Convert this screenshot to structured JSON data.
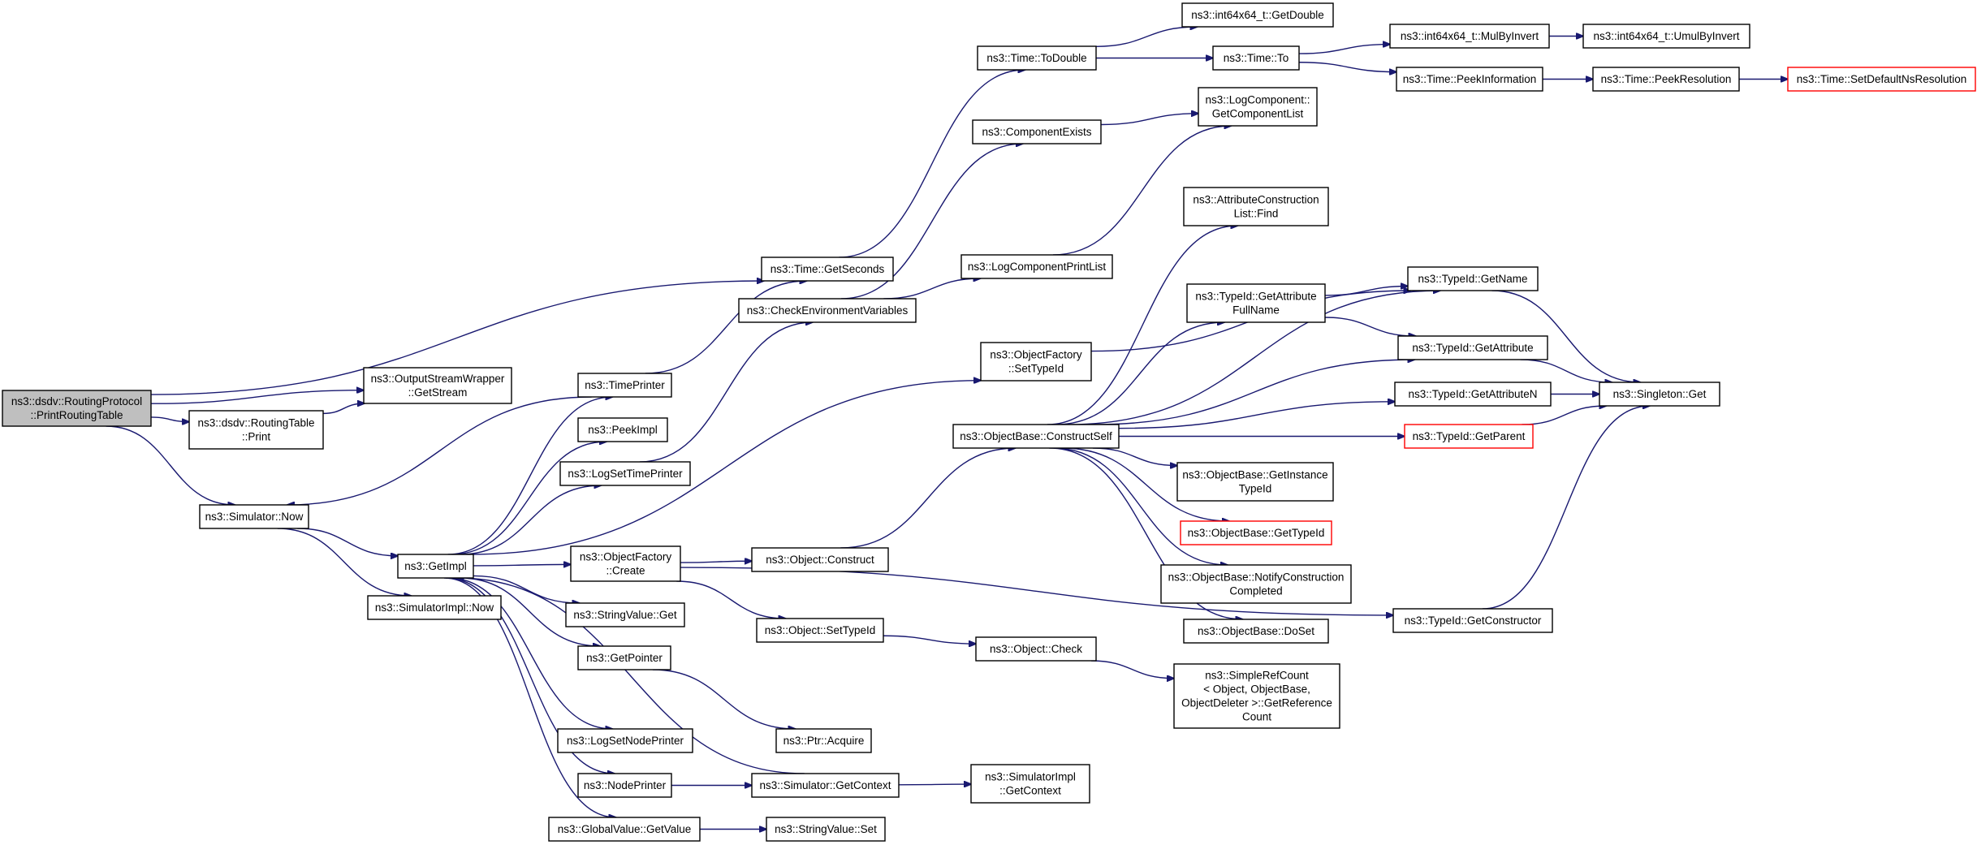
{
  "diagram": {
    "type": "call-graph",
    "colors": {
      "edge": "#191970",
      "root_fill": "#bfbfbf",
      "highlight_border": "#ff0000",
      "border": "#000000"
    },
    "nodes": [
      {
        "id": "root",
        "lines": [
          "ns3::dsdv::RoutingProtocol",
          "::PrintRoutingTable"
        ],
        "style": "root"
      },
      {
        "id": "getseconds",
        "lines": [
          "ns3::Time::GetSeconds"
        ]
      },
      {
        "id": "getstream",
        "lines": [
          "ns3::OutputStreamWrapper",
          "::GetStream"
        ]
      },
      {
        "id": "rtprint",
        "lines": [
          "ns3::dsdv::RoutingTable",
          "::Print"
        ]
      },
      {
        "id": "simnow",
        "lines": [
          "ns3::Simulator::Now"
        ]
      },
      {
        "id": "todouble",
        "lines": [
          "ns3::Time::ToDouble"
        ]
      },
      {
        "id": "getdouble",
        "lines": [
          "ns3::int64x64_t::GetDouble"
        ]
      },
      {
        "id": "timeto",
        "lines": [
          "ns3::Time::To"
        ]
      },
      {
        "id": "mulbyinvert",
        "lines": [
          "ns3::int64x64_t::MulByInvert"
        ]
      },
      {
        "id": "umulbyinvert",
        "lines": [
          "ns3::int64x64_t::UmulByInvert"
        ]
      },
      {
        "id": "peekinfo",
        "lines": [
          "ns3::Time::PeekInformation"
        ]
      },
      {
        "id": "peekres",
        "lines": [
          "ns3::Time::PeekResolution"
        ]
      },
      {
        "id": "setdefault",
        "lines": [
          "ns3::Time::SetDefaultNsResolution"
        ],
        "style": "red"
      },
      {
        "id": "compexists",
        "lines": [
          "ns3::ComponentExists"
        ]
      },
      {
        "id": "getcomplist",
        "lines": [
          "ns3::LogComponent::",
          "GetComponentList"
        ]
      },
      {
        "id": "logcompprint",
        "lines": [
          "ns3::LogComponentPrintList"
        ]
      },
      {
        "id": "checkenv",
        "lines": [
          "ns3::CheckEnvironmentVariables"
        ]
      },
      {
        "id": "timeprinter",
        "lines": [
          "ns3::TimePrinter"
        ]
      },
      {
        "id": "peekimpl",
        "lines": [
          "ns3::PeekImpl"
        ]
      },
      {
        "id": "logsettime",
        "lines": [
          "ns3::LogSetTimePrinter"
        ]
      },
      {
        "id": "getimpl",
        "lines": [
          "ns3::GetImpl"
        ]
      },
      {
        "id": "simimplnow",
        "lines": [
          "ns3::SimulatorImpl::Now"
        ]
      },
      {
        "id": "ofcreate",
        "lines": [
          "ns3::ObjectFactory",
          "::Create"
        ]
      },
      {
        "id": "strget",
        "lines": [
          "ns3::StringValue::Get"
        ]
      },
      {
        "id": "getpointer",
        "lines": [
          "ns3::GetPointer"
        ]
      },
      {
        "id": "logsetnode",
        "lines": [
          "ns3::LogSetNodePrinter"
        ]
      },
      {
        "id": "nodeprinter",
        "lines": [
          "ns3::NodePrinter"
        ]
      },
      {
        "id": "globalget",
        "lines": [
          "ns3::GlobalValue::GetValue"
        ]
      },
      {
        "id": "objconstruct",
        "lines": [
          "ns3::Object::Construct"
        ]
      },
      {
        "id": "objsettypeid",
        "lines": [
          "ns3::Object::SetTypeId"
        ]
      },
      {
        "id": "ptracquire",
        "lines": [
          "ns3::Ptr::Acquire"
        ]
      },
      {
        "id": "simgetctx",
        "lines": [
          "ns3::Simulator::GetContext"
        ]
      },
      {
        "id": "strset",
        "lines": [
          "ns3::StringValue::Set"
        ]
      },
      {
        "id": "ofsettypeid",
        "lines": [
          "ns3::ObjectFactory",
          "::SetTypeId"
        ]
      },
      {
        "id": "constructself",
        "lines": [
          "ns3::ObjectBase::ConstructSelf"
        ]
      },
      {
        "id": "objcheck",
        "lines": [
          "ns3::Object::Check"
        ]
      },
      {
        "id": "simimplctx",
        "lines": [
          "ns3::SimulatorImpl",
          "::GetContext"
        ]
      },
      {
        "id": "acfind",
        "lines": [
          "ns3::AttributeConstruction",
          "List::Find"
        ]
      },
      {
        "id": "getattrfull",
        "lines": [
          "ns3::TypeId::GetAttribute",
          "FullName"
        ]
      },
      {
        "id": "getinsttype",
        "lines": [
          "ns3::ObjectBase::GetInstance",
          "TypeId"
        ]
      },
      {
        "id": "obgettypeid",
        "lines": [
          "ns3::ObjectBase::GetTypeId"
        ],
        "style": "red"
      },
      {
        "id": "notifyconst",
        "lines": [
          "ns3::ObjectBase::NotifyConstruction",
          "Completed"
        ]
      },
      {
        "id": "doset",
        "lines": [
          "ns3::ObjectBase::DoSet"
        ]
      },
      {
        "id": "simplerefcount",
        "lines": [
          "ns3::SimpleRefCount",
          "< Object, ObjectBase,",
          "ObjectDeleter >::GetReference",
          "Count"
        ]
      },
      {
        "id": "typegetname",
        "lines": [
          "ns3::TypeId::GetName"
        ]
      },
      {
        "id": "typegetattr",
        "lines": [
          "ns3::TypeId::GetAttribute"
        ]
      },
      {
        "id": "typegetattrn",
        "lines": [
          "ns3::TypeId::GetAttributeN"
        ]
      },
      {
        "id": "typegetparent",
        "lines": [
          "ns3::TypeId::GetParent"
        ],
        "style": "red"
      },
      {
        "id": "typegetctor",
        "lines": [
          "ns3::TypeId::GetConstructor"
        ]
      },
      {
        "id": "singletonget",
        "lines": [
          "ns3::Singleton::Get"
        ]
      }
    ],
    "edges": [
      [
        "root",
        "getseconds"
      ],
      [
        "root",
        "getstream"
      ],
      [
        "root",
        "rtprint"
      ],
      [
        "root",
        "simnow"
      ],
      [
        "rtprint",
        "getstream"
      ],
      [
        "getseconds",
        "todouble"
      ],
      [
        "todouble",
        "getdouble"
      ],
      [
        "todouble",
        "timeto"
      ],
      [
        "timeto",
        "mulbyinvert"
      ],
      [
        "timeto",
        "peekinfo"
      ],
      [
        "mulbyinvert",
        "umulbyinvert"
      ],
      [
        "peekinfo",
        "peekres"
      ],
      [
        "peekres",
        "setdefault"
      ],
      [
        "simnow",
        "getimpl"
      ],
      [
        "simnow",
        "simimplnow"
      ],
      [
        "timeprinter",
        "simnow"
      ],
      [
        "getimpl",
        "timeprinter"
      ],
      [
        "getimpl",
        "peekimpl"
      ],
      [
        "getimpl",
        "logsettime"
      ],
      [
        "getimpl",
        "ofsettypeid"
      ],
      [
        "getimpl",
        "ofcreate"
      ],
      [
        "getimpl",
        "strget"
      ],
      [
        "getimpl",
        "getpointer"
      ],
      [
        "getimpl",
        "logsetnode"
      ],
      [
        "getimpl",
        "nodeprinter"
      ],
      [
        "getimpl",
        "globalget"
      ],
      [
        "simgetctx",
        "getimpl"
      ],
      [
        "timeprinter",
        "getseconds"
      ],
      [
        "checkenv",
        "compexists"
      ],
      [
        "checkenv",
        "logcompprint"
      ],
      [
        "logcompprint",
        "getcomplist"
      ],
      [
        "compexists",
        "getcomplist"
      ],
      [
        "logsettime",
        "checkenv"
      ],
      [
        "ofcreate",
        "objconstruct"
      ],
      [
        "ofcreate",
        "objsettypeid"
      ],
      [
        "ofcreate",
        "typegetctor"
      ],
      [
        "objconstruct",
        "constructself"
      ],
      [
        "objsettypeid",
        "objcheck"
      ],
      [
        "getpointer",
        "ptracquire"
      ],
      [
        "nodeprinter",
        "simgetctx"
      ],
      [
        "simgetctx",
        "simimplctx"
      ],
      [
        "globalget",
        "strset"
      ],
      [
        "ofsettypeid",
        "typegetname"
      ],
      [
        "constructself",
        "acfind"
      ],
      [
        "constructself",
        "getattrfull"
      ],
      [
        "constructself",
        "typegetname"
      ],
      [
        "constructself",
        "typegetattr"
      ],
      [
        "constructself",
        "typegetattrn"
      ],
      [
        "constructself",
        "typegetparent"
      ],
      [
        "constructself",
        "getinsttype"
      ],
      [
        "constructself",
        "obgettypeid"
      ],
      [
        "constructself",
        "notifyconst"
      ],
      [
        "constructself",
        "doset"
      ],
      [
        "getattrfull",
        "typegetname"
      ],
      [
        "getattrfull",
        "typegetattr"
      ],
      [
        "objcheck",
        "simplerefcount"
      ],
      [
        "typegetname",
        "singletonget"
      ],
      [
        "typegetattr",
        "singletonget"
      ],
      [
        "typegetattrn",
        "singletonget"
      ],
      [
        "typegetparent",
        "singletonget"
      ],
      [
        "typegetctor",
        "singletonget"
      ]
    ]
  }
}
